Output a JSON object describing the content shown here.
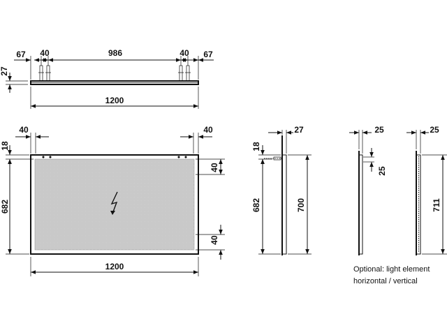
{
  "dims": {
    "top_left_67": "67",
    "top_left_40": "40",
    "top_986": "986",
    "top_right_40": "40",
    "top_right_67": "67",
    "top_27": "27",
    "top_1200": "1200",
    "front_left_40": "40",
    "front_right_40": "40",
    "front_18": "18",
    "front_682": "682",
    "front_right_upper_40": "40",
    "front_right_lower_40": "40",
    "front_1200": "1200",
    "side_27": "27",
    "side_18": "18",
    "side_682": "682",
    "side_700": "700",
    "opt_a_25_top": "25",
    "opt_a_25_side": "25",
    "opt_b_25_top": "25",
    "opt_b_711": "711"
  },
  "note": {
    "line1": "Optional: light element",
    "line2": "horizontal / vertical"
  },
  "icons": {
    "lightning": "lightning-icon"
  }
}
